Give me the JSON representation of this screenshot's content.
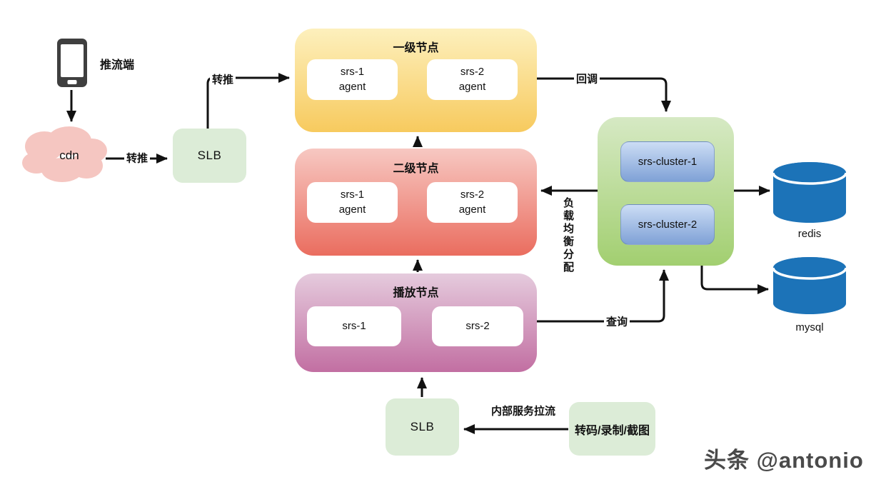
{
  "nodes": {
    "publisher_label": "推流端",
    "cdn_label": "cdn",
    "slb_top_label": "SLB",
    "slb_bottom_label": "SLB",
    "transcode_label": "转码/录制/截图",
    "tier1": {
      "title": "一级节点",
      "srs1": "srs-1\nagent",
      "srs2": "srs-2\nagent"
    },
    "tier2": {
      "title": "二级节点",
      "srs1": "srs-1\nagent",
      "srs2": "srs-2\nagent"
    },
    "play": {
      "title": "播放节点",
      "srs1": "srs-1",
      "srs2": "srs-2"
    },
    "cluster": {
      "srs_cluster_1": "srs-cluster-1",
      "srs_cluster_2": "srs-cluster-2"
    },
    "redis_label": "redis",
    "mysql_label": "mysql"
  },
  "edges": {
    "push_forward_1": "转推",
    "push_forward_2": "转推",
    "callback": "回调",
    "load_balance": "负载均衡分配",
    "query": "查询",
    "internal_pull": "内部服务拉流"
  },
  "watermark": "头条 @antonio",
  "colors": {
    "tier1_top": "#fdf0bd",
    "tier1_bottom": "#f7ca5e",
    "tier2_top": "#f7c8c2",
    "tier2_bottom": "#ea6d5f",
    "play_top": "#e5cbdd",
    "play_bottom": "#c26fa2",
    "cluster_top": "#d6e9c4",
    "cluster_bottom": "#a2cf70",
    "blue_top": "#ccddf5",
    "blue_bottom": "#7fa1d6",
    "slb_fill": "#dcecd7",
    "db_blue": "#1c73b8",
    "cloud_pink": "#f5c6c1",
    "line": "#111111"
  }
}
